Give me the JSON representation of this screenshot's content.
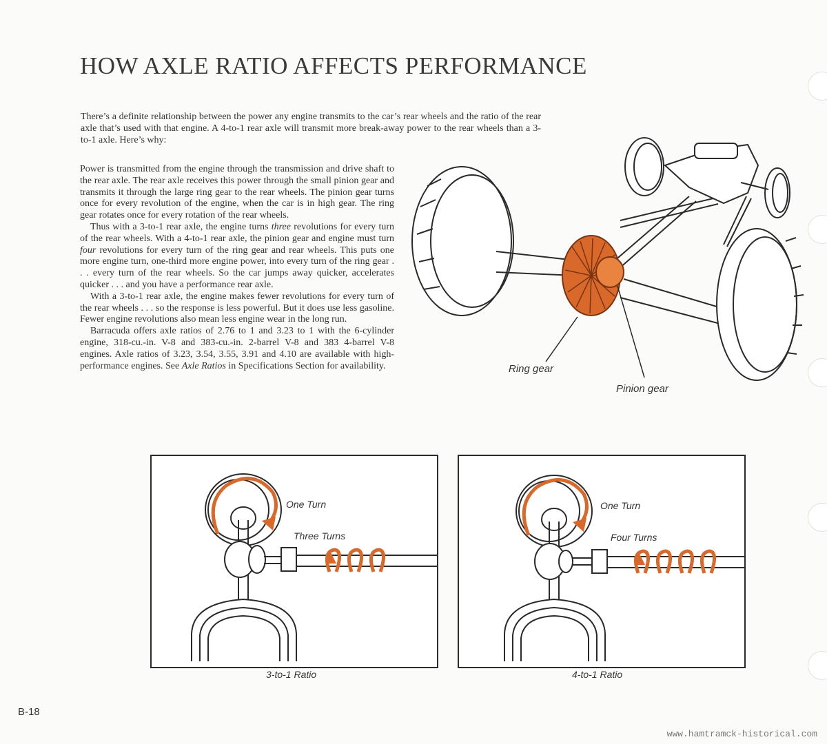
{
  "title": "HOW AXLE RATIO AFFECTS PERFORMANCE",
  "intro": "There’s a definite relationship between the power any engine transmits to the car’s rear wheels and the ratio of the rear axle that’s used with that engine. A 4-to-1 rear axle will transmit more break-away power to the rear wheels than a 3-to-1 axle. Here’s why:",
  "body": {
    "p1": "Power is transmitted from the engine through the transmission and drive shaft to the rear axle. The rear axle receives this power through the small pinion gear and transmits it through the large ring gear to the rear wheels. The pinion gear turns once for every revolution of the engine, when the car is in high gear. The ring gear rotates once for every rotation of the rear wheels.",
    "p2a": "Thus with a 3-to-1 rear axle, the engine turns ",
    "p2_em1": "three",
    "p2b": " revolutions for every turn of the rear wheels. With a 4-to-1 rear axle, the pinion gear and engine must turn ",
    "p2_em2": "four",
    "p2c": " revolutions for every turn of the ring gear and rear wheels. This puts one more engine turn, one-third more engine power, into every turn of the ring gear . . . every turn of the rear wheels. So the car jumps away quicker, accelerates quicker . . . and you have a performance rear axle.",
    "p3": "With a 3-to-1 rear axle, the engine makes fewer revolutions for every turn of the rear wheels . . . so the response is less powerful. But it does use less gasoline. Fewer engine revolutions also mean less engine wear in the long run.",
    "p4a": "Barracuda offers axle ratios of 2.76 to 1 and 3.23 to 1 with the 6-cylinder engine, 318-cu.-in. V-8 and 383-cu.-in. 2-barrel V-8 and 383 4-barrel V-8 engines. Axle ratios of 3.23, 3.54, 3.55, 3.91 and 4.10 are available with high-performance engines. See ",
    "p4_em": "Axle Ratios",
    "p4b": " in Specifications Section for availability."
  },
  "labels": {
    "ring_gear": "Ring gear",
    "pinion_gear": "Pinion gear"
  },
  "diagram_left": {
    "turn_wheel": "One Turn",
    "turn_engine": "Three Turns",
    "caption": "3-to-1 Ratio"
  },
  "diagram_right": {
    "turn_wheel": "One Turn",
    "turn_engine": "Four Turns",
    "caption": "4-to-1 Ratio"
  },
  "page_number": "B-18",
  "footer": "www.hamtramck-historical.com",
  "colors": {
    "accent": "#d9692a",
    "ink": "#2a2a2a"
  }
}
